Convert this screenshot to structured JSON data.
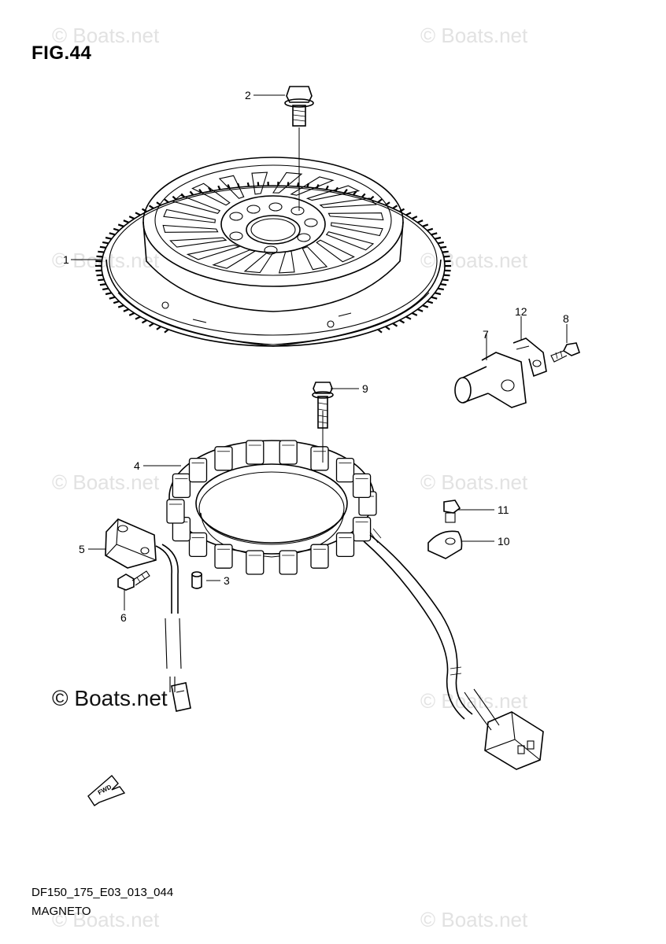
{
  "figure": {
    "title": "FIG.44",
    "code": "DF150_175_E03_013_044",
    "section": "MAGNETO"
  },
  "watermark": {
    "text": "© Boats.net",
    "color": "#e2e2e2"
  },
  "badge": {
    "text": "FWD"
  },
  "callouts": [
    {
      "id": "1",
      "label": "1"
    },
    {
      "id": "2",
      "label": "2"
    },
    {
      "id": "3",
      "label": "3"
    },
    {
      "id": "4",
      "label": "4"
    },
    {
      "id": "5",
      "label": "5"
    },
    {
      "id": "6",
      "label": "6"
    },
    {
      "id": "7",
      "label": "7"
    },
    {
      "id": "8",
      "label": "8"
    },
    {
      "id": "9",
      "label": "9"
    },
    {
      "id": "10",
      "label": "10"
    },
    {
      "id": "11",
      "label": "11"
    },
    {
      "id": "12",
      "label": "12"
    }
  ]
}
